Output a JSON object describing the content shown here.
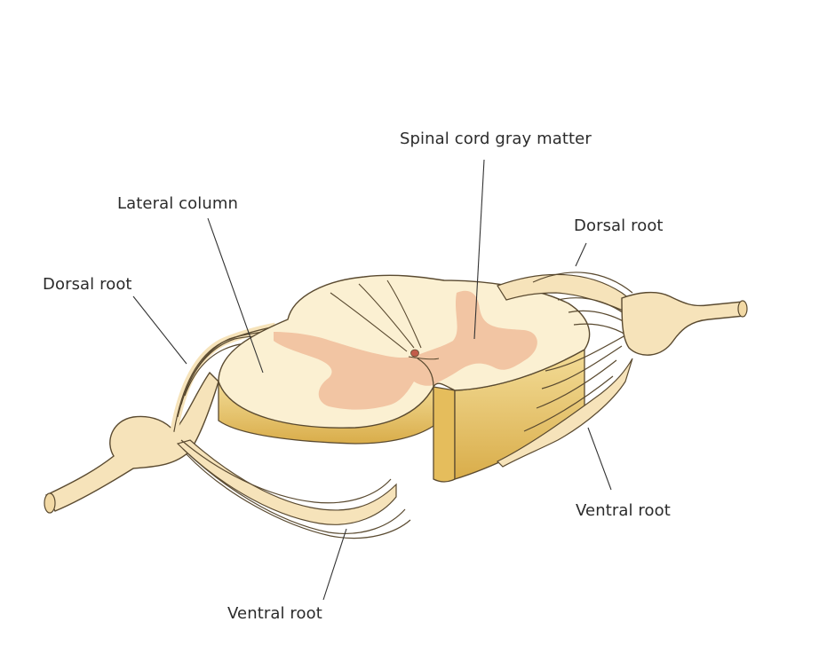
{
  "labels": {
    "gray_matter": "Spinal cord gray matter",
    "lateral_column": "Lateral column",
    "dorsal_root_left": "Dorsal root",
    "dorsal_root_right": "Dorsal root",
    "ventral_root_left": "Ventral root",
    "ventral_root_right": "Ventral root"
  },
  "colors": {
    "white_matter": "#fbf0d2",
    "gray_matter": "#f1c2a0",
    "cut_side": "#e8c66f",
    "nerve": "#f6e3ba",
    "outline": "#5a4a30",
    "leader": "#333333"
  }
}
